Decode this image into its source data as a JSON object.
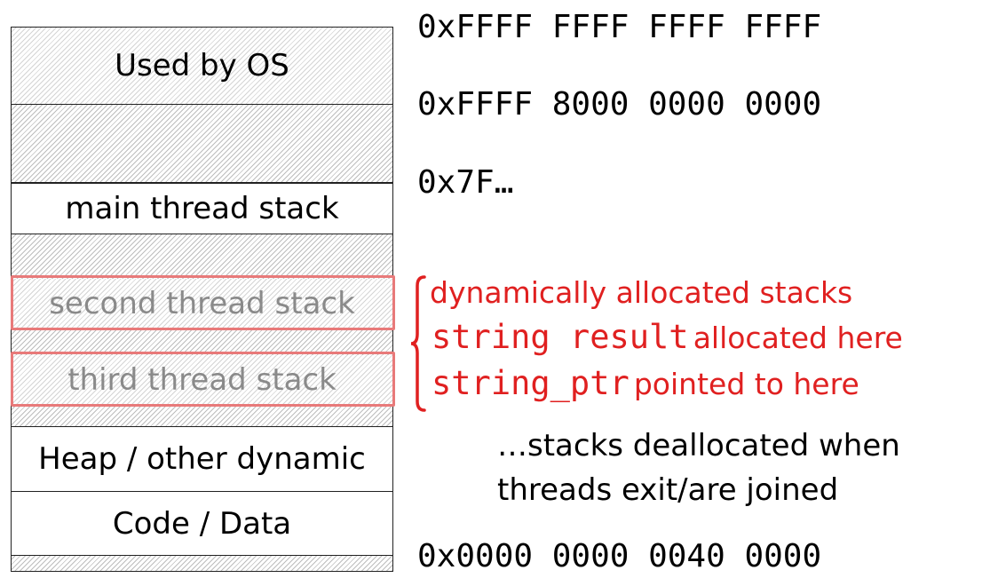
{
  "segments": {
    "os": "Used by OS",
    "main_stack": "main thread stack",
    "second_stack": "second thread stack",
    "third_stack": "third thread stack",
    "heap": "Heap / other dynamic",
    "code": "Code / Data"
  },
  "addresses": {
    "top": "0xFFFF FFFF FFFF FFFF",
    "kernel_base": "0xFFFF 8000 0000 0000",
    "stack_region": "0x7F…",
    "code_base": "0x0000 0000 0040 0000"
  },
  "annotation": {
    "line1": "dynamically allocated stacks",
    "line2_code": "string result",
    "line2_text": "allocated here",
    "line3_code": "string_ptr",
    "line3_text": "pointed to here"
  },
  "note": {
    "line1": "…stacks deallocated when",
    "line2": "threads exit/are joined"
  },
  "colors": {
    "highlight": "#e87a7a",
    "annotation_text": "#e02020"
  }
}
